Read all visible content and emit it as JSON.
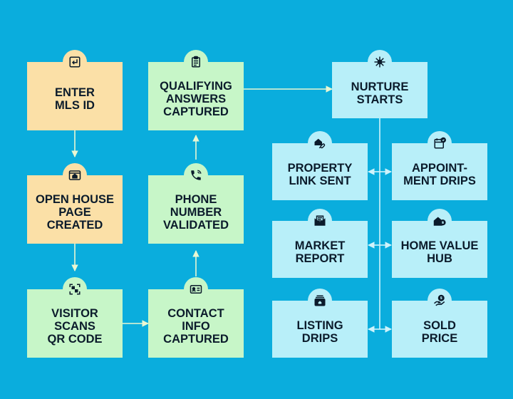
{
  "colors": {
    "background": "#0aaddd",
    "peach": "#fbe0a7",
    "mint": "#c7f6c8",
    "aqua": "#b8eff9",
    "line_light": "#e9f7d2",
    "line_dark": "#cff3fb",
    "text": "#0b1b2b"
  },
  "nodes": {
    "enter_mls": "ENTER\nMLS ID",
    "open_house": "OPEN HOUSE\nPAGE\nCREATED",
    "visitor_scans": "VISITOR\nSCANS\nQR CODE",
    "contact_info": "CONTACT\nINFO\nCAPTURED",
    "phone_validated": "PHONE\nNUMBER\nVALIDATED",
    "qualifying": "QUALIFYING\nANSWERS\nCAPTURED",
    "nurture": "NURTURE\nSTARTS",
    "property_link": "PROPERTY\nLINK SENT",
    "appointment": "APPOINT-\nMENT DRIPS",
    "market_report": "MARKET\nREPORT",
    "home_value": "HOME VALUE\nHUB",
    "listing_drips": "LISTING\nDRIPS",
    "sold_price": "SOLD\nPRICE"
  },
  "icons": {
    "enter_mls": "enter-arrow-icon",
    "open_house": "house-browser-icon",
    "visitor_scans": "qr-code-icon",
    "contact_info": "id-card-icon",
    "phone_validated": "phone-icon",
    "qualifying": "clipboard-icon",
    "nurture": "network-hub-icon",
    "property_link": "house-link-icon",
    "appointment": "calendar-check-icon",
    "market_report": "envelope-icon",
    "home_value": "house-coin-icon",
    "listing_drips": "listing-stack-icon",
    "sold_price": "hand-coin-icon"
  }
}
